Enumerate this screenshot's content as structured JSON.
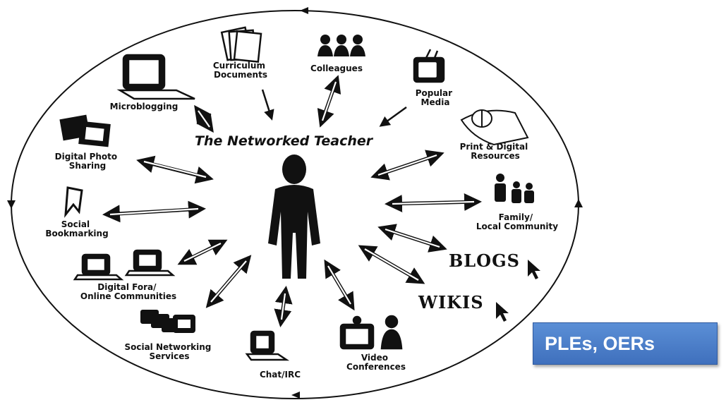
{
  "diagram": {
    "title": "The Networked Teacher",
    "nodes": {
      "curriculum": [
        "Curriculum",
        "Documents"
      ],
      "colleagues": [
        "Colleagues"
      ],
      "popular_media": [
        "Popular",
        "Media"
      ],
      "microblogging": [
        "Microblogging"
      ],
      "print_digital": [
        "Print & Digital",
        "Resources"
      ],
      "photo_sharing": [
        "Digital Photo",
        "Sharing"
      ],
      "family": [
        "Family/",
        "Local Community"
      ],
      "social_bookmarking": [
        "Social",
        "Bookmarking"
      ],
      "blogs": "BLOGS",
      "wikis": "WIKIS",
      "fora": [
        "Digital Fora/",
        "Online Communities"
      ],
      "social_networking": [
        "Social Networking",
        "Services"
      ],
      "chat": [
        "Chat/IRC"
      ],
      "video": [
        "Video",
        "Conferences"
      ]
    }
  },
  "callout": {
    "label": "PLEs, OERs"
  }
}
